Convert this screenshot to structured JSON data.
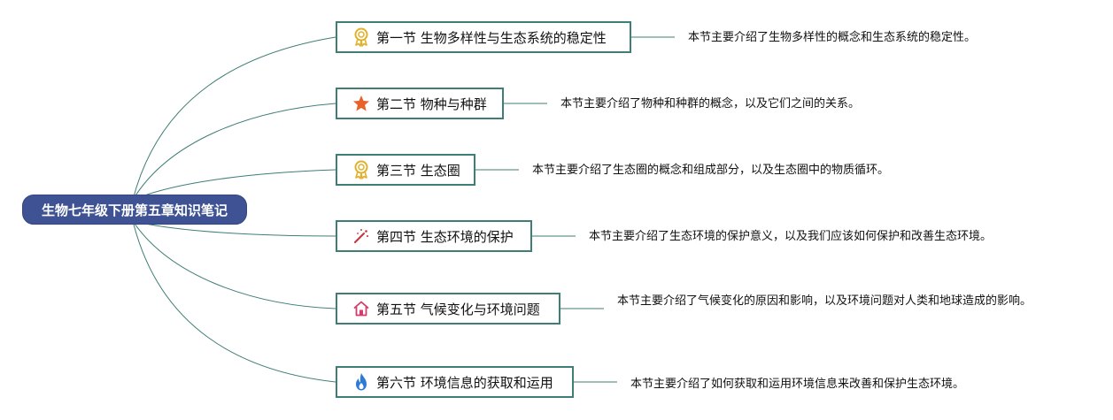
{
  "root": {
    "title": "生物七年级下册第五章知识笔记"
  },
  "colors": {
    "root": "#3f5394",
    "line": "#3f7e76"
  },
  "sections": [
    {
      "title": "第一节 生物多样性与生态系统的稳定性",
      "icon": "ribbon-badge-icon",
      "desc": "本节主要介绍了生物多样性的概念和生态系统的稳定性。"
    },
    {
      "title": "第二节 物种与种群",
      "icon": "star-icon",
      "desc": "本节主要介绍了物种和种群的概念，以及它们之间的关系。"
    },
    {
      "title": "第三节 生态圈",
      "icon": "ribbon-badge-icon",
      "desc": "本节主要介绍了生态圈的概念和组成部分，以及生态圈中的物质循环。"
    },
    {
      "title": "第四节 生态环境的保护",
      "icon": "magic-wand-icon",
      "desc": "本节主要介绍了生态环境的保护意义，以及我们应该如何保护和改善生态环境。"
    },
    {
      "title": "第五节 气候变化与环境问题",
      "icon": "house-icon",
      "desc": "本节主要介绍了气候变化的原因和影响，以及环境问题对人类和地球造成的影响。"
    },
    {
      "title": "第六节 环境信息的获取和运用",
      "icon": "flame-icon",
      "desc": "本节主要介绍了如何获取和运用环境信息来改善和保护生态环境。"
    }
  ]
}
